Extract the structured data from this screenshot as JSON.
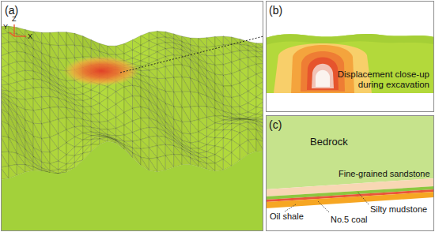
{
  "diagram": {
    "nodes": [
      {
        "text": [
          "(a)"
        ]
      },
      {
        "text": [
          "(b)",
          "Displacement close-up during excavation"
        ]
      },
      {
        "text": [
          "(c)"
        ]
      }
    ],
    "labels": [
      "Y",
      "Z",
      "X",
      "Bedrock",
      "Fine-grained sandstone",
      "Silty mudstone",
      "Oil shale",
      "No.5 coal"
    ]
  }
}
